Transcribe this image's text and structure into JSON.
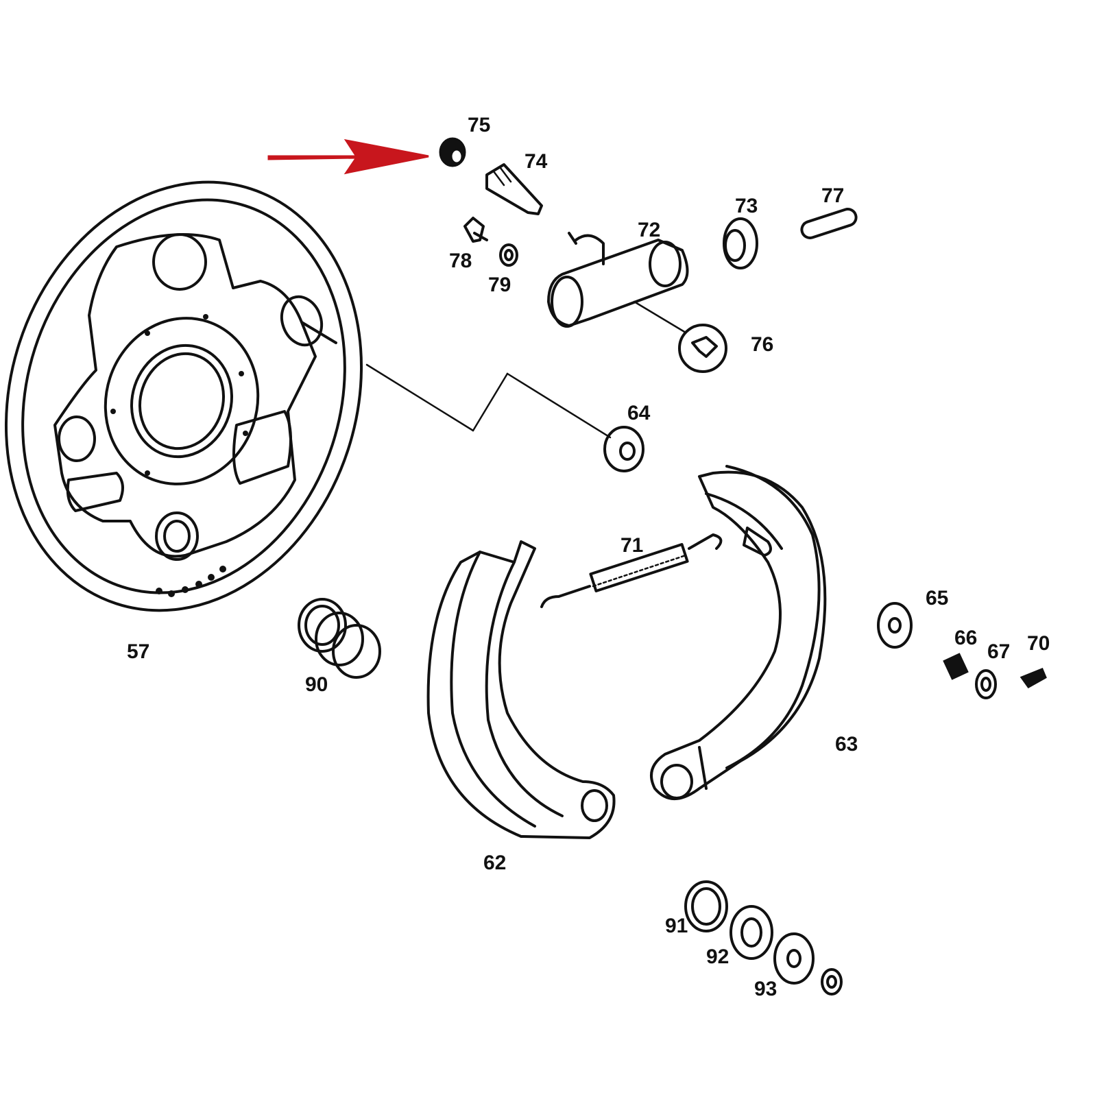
{
  "colors": {
    "line": "#111111",
    "background": "#ffffff",
    "arrow": "#c8161d"
  },
  "parts": [
    {
      "id": "57",
      "label": "57"
    },
    {
      "id": "62",
      "label": "62"
    },
    {
      "id": "63",
      "label": "63"
    },
    {
      "id": "64",
      "label": "64"
    },
    {
      "id": "65",
      "label": "65"
    },
    {
      "id": "66",
      "label": "66"
    },
    {
      "id": "67",
      "label": "67"
    },
    {
      "id": "70",
      "label": "70"
    },
    {
      "id": "71",
      "label": "71"
    },
    {
      "id": "72",
      "label": "72"
    },
    {
      "id": "73",
      "label": "73"
    },
    {
      "id": "74",
      "label": "74"
    },
    {
      "id": "75",
      "label": "75"
    },
    {
      "id": "76",
      "label": "76"
    },
    {
      "id": "77",
      "label": "77"
    },
    {
      "id": "78",
      "label": "78"
    },
    {
      "id": "79",
      "label": "79"
    },
    {
      "id": "90",
      "label": "90"
    },
    {
      "id": "91",
      "label": "91"
    },
    {
      "id": "92",
      "label": "92"
    },
    {
      "id": "93",
      "label": "93"
    }
  ],
  "highlight": {
    "target_part": "75",
    "marker": "red-arrow"
  }
}
